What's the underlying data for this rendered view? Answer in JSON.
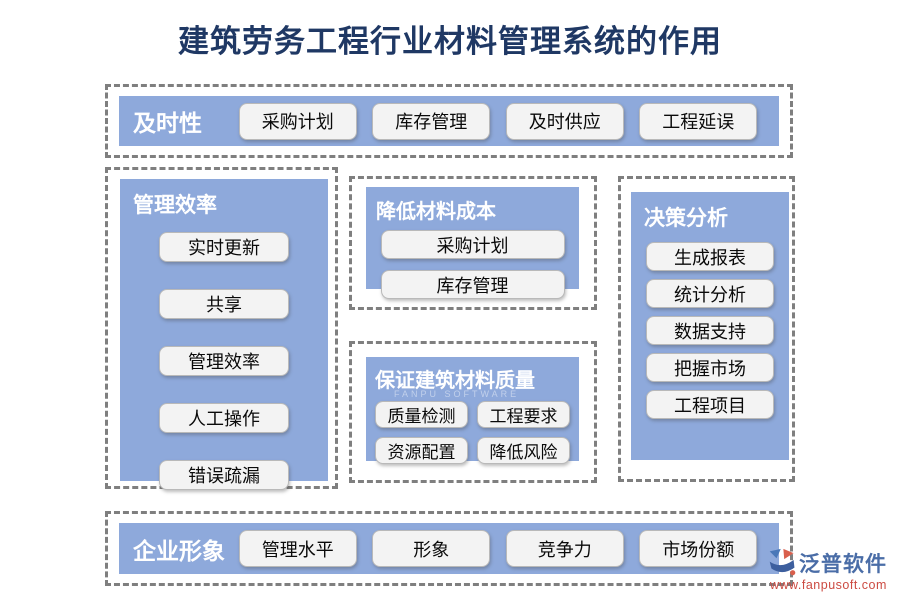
{
  "page": {
    "title": "建筑劳务工程行业材料管理系统的作用"
  },
  "colors": {
    "panel_blue": "#8EA9DB",
    "title_navy": "#1F3864",
    "dash_gray": "#7F7F7F",
    "pill_bg": "#F3F3F3",
    "logo_blue": "#4A6DA7",
    "logo_red": "#CC4B42"
  },
  "sections": {
    "timeliness": {
      "title": "及时性",
      "items": [
        "采购计划",
        "库存管理",
        "及时供应",
        "工程延误"
      ]
    },
    "efficiency": {
      "title": "管理效率",
      "items": [
        "实时更新",
        "共享",
        "管理效率",
        "人工操作",
        "错误疏漏"
      ]
    },
    "cost": {
      "title": "降低材料成本",
      "items": [
        "采购计划",
        "库存管理"
      ]
    },
    "quality": {
      "title": "保证建筑材料质量",
      "items": [
        "质量检测",
        "工程要求",
        "资源配置",
        "降低风险"
      ],
      "watermark": "FANPU SOFTWARE"
    },
    "decision": {
      "title": "决策分析",
      "items": [
        "生成报表",
        "统计分析",
        "数据支持",
        "把握市场",
        "工程项目"
      ]
    },
    "corporate": {
      "title": "企业形象",
      "items": [
        "管理水平",
        "形象",
        "竞争力",
        "市场份额"
      ]
    }
  },
  "footer": {
    "brand": "泛普软件",
    "url": "www.fanpusoft.com"
  }
}
